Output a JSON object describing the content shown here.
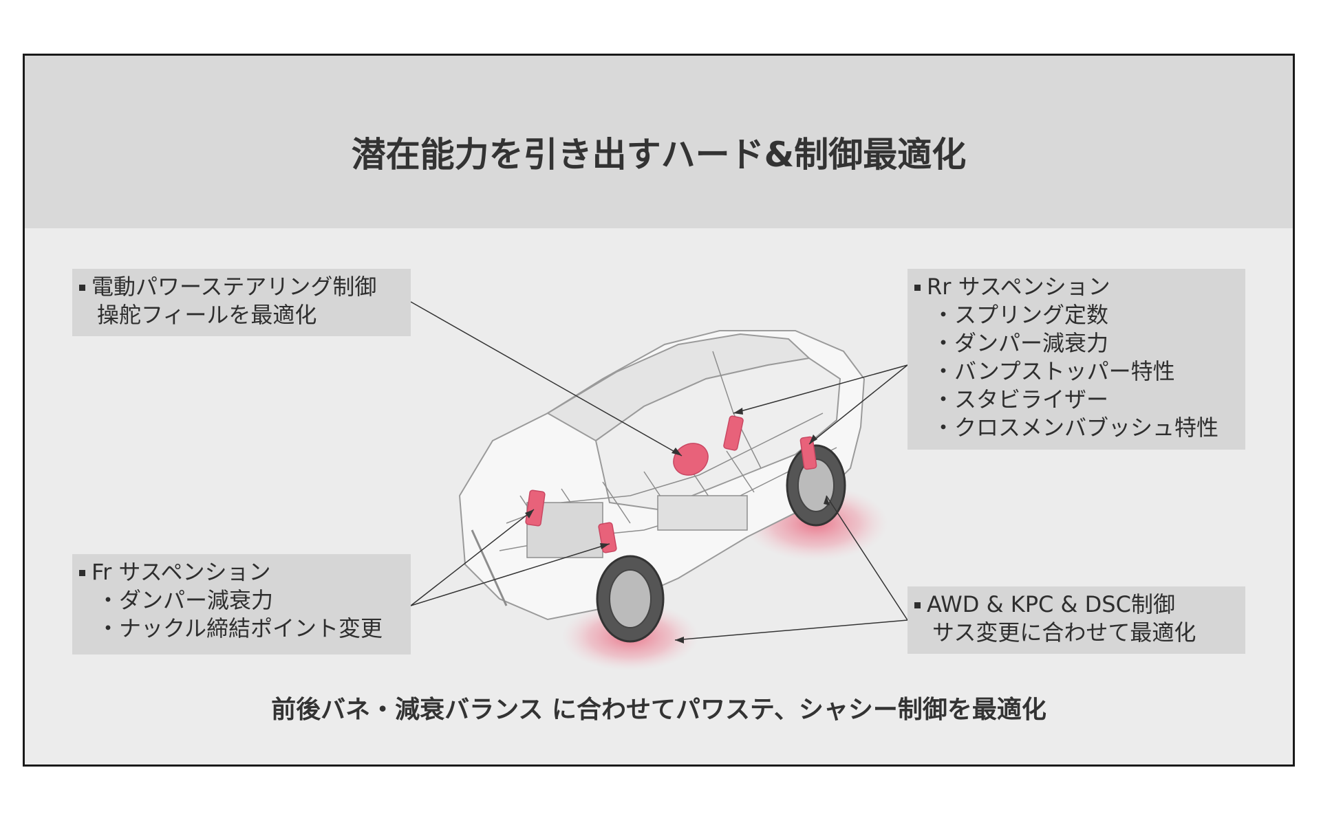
{
  "title": "潜在能力を引き出すハード&制御最適化",
  "callouts": {
    "eps": {
      "heading": "電動パワーステアリング制御",
      "lines": [
        "操舵フィールを最適化"
      ]
    },
    "rear_suspension": {
      "heading": "Rr サスペンション",
      "lines": [
        "・スプリング定数",
        "・ダンパー減衰力",
        "・バンプストッパー特性",
        "・スタビライザー",
        "・クロスメンバブッシュ特性"
      ]
    },
    "front_suspension": {
      "heading": "Fr サスペンション",
      "lines": [
        "・ダンパー減衰力",
        "・ナックル締結ポイント変更"
      ]
    },
    "awd": {
      "heading": "AWD & KPC & DSC制御",
      "lines": [
        "サス変更に合わせて最適化"
      ]
    }
  },
  "footer": "前後バネ・減衰バランス に合わせてパワステ、シャシー制御を最適化",
  "colors": {
    "title_band": "#d9d9d9",
    "panel": "#ececec",
    "callout_box": "#d6d6d6",
    "highlight": "#e8627a",
    "border": "#1a1a1a"
  }
}
